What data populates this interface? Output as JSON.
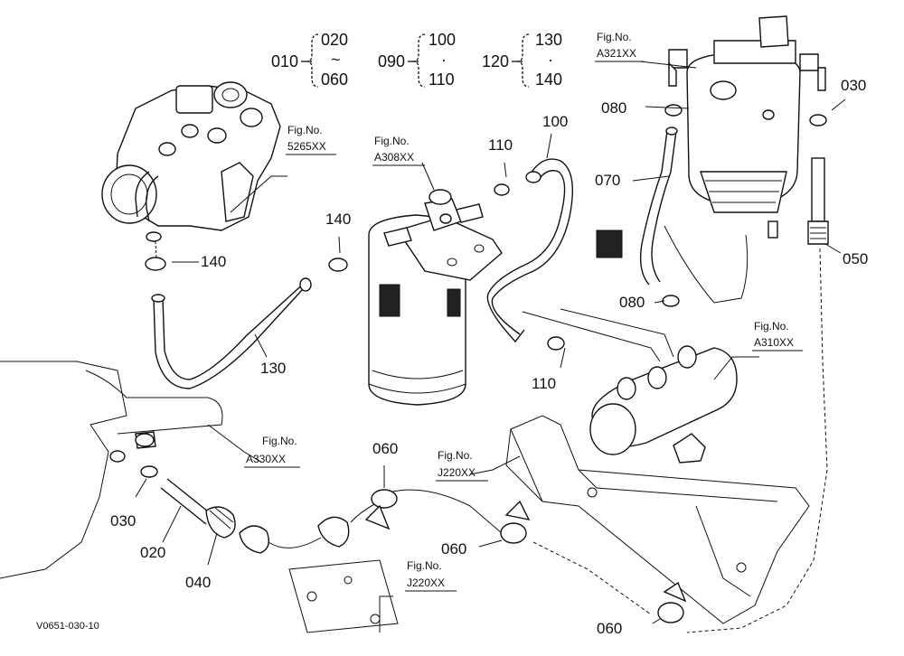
{
  "footer_code": "V0651-030-10",
  "groups": [
    {
      "key": "010",
      "items": [
        "020",
        "~",
        "060"
      ]
    },
    {
      "key": "090",
      "items": [
        "100",
        "·",
        "110"
      ]
    },
    {
      "key": "120",
      "items": [
        "130",
        "·",
        "140"
      ]
    }
  ],
  "callouts": {
    "p030_top": "030",
    "p030_bottom": "030",
    "p020": "020",
    "p040": "040",
    "p050": "050",
    "p060_a": "060",
    "p060_b": "060",
    "p060_c": "060",
    "p070": "070",
    "p080_a": "080",
    "p080_b": "080",
    "p100": "100",
    "p110_a": "110",
    "p110_b": "110",
    "p130": "130",
    "p140_a": "140",
    "p140_b": "140"
  },
  "figure_refs": {
    "f5265": {
      "title": "Fig.No.",
      "code": "5265XX"
    },
    "fA308": {
      "title": "Fig.No.",
      "code": "A308XX"
    },
    "fA321": {
      "title": "Fig.No.",
      "code": "A321XX"
    },
    "fA310": {
      "title": "Fig.No.",
      "code": "A310XX"
    },
    "fA330": {
      "title": "Fig.No.",
      "code": "A330XX"
    },
    "fJ220a": {
      "title": "Fig.No.",
      "code": "J220XX"
    },
    "fJ220b": {
      "title": "Fig.No.",
      "code": "J220XX"
    }
  }
}
